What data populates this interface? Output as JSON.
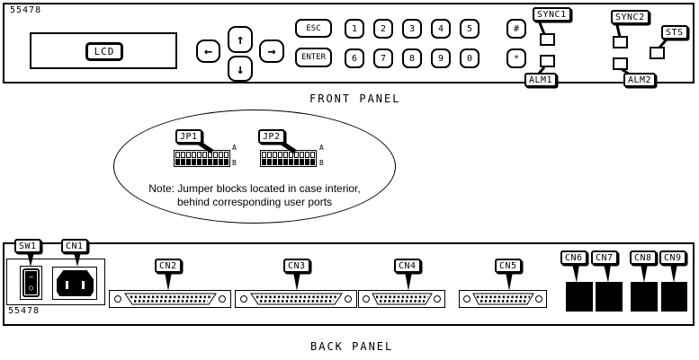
{
  "part_number_top": "55478",
  "part_number_bottom": "55478",
  "front_panel": {
    "caption": "FRONT PANEL",
    "lcd_label": "LCD",
    "esc_key": "ESC",
    "enter_key": "ENTER",
    "nav": {
      "left": "←",
      "up": "↑",
      "down": "↓",
      "right": "→"
    },
    "keypad_row1": [
      "1",
      "2",
      "3",
      "4",
      "5",
      "#"
    ],
    "keypad_row2": [
      "6",
      "7",
      "8",
      "9",
      "0",
      "*"
    ],
    "indicators": {
      "sync1": "SYNC1",
      "alm1": "ALM1",
      "sync2": "SYNC2",
      "alm2": "ALM2",
      "sts": "STS"
    }
  },
  "jumper_callout": {
    "jp1": "JP1",
    "jp2": "JP2",
    "row_a": "A",
    "row_b": "B",
    "note_line1": "Note: Jumper blocks located in case interior,",
    "note_line2": "behind corresponding user ports"
  },
  "back_panel": {
    "caption": "BACK PANEL",
    "switch_label": "SW1",
    "power_inlet_label": "CN1",
    "serial_connectors": [
      "CN2",
      "CN3",
      "CN4",
      "CN5"
    ],
    "port_connectors": [
      "CN6",
      "CN7",
      "CN8",
      "CN9"
    ],
    "rocker_on_mark": "−",
    "rocker_off_mark": "○"
  }
}
